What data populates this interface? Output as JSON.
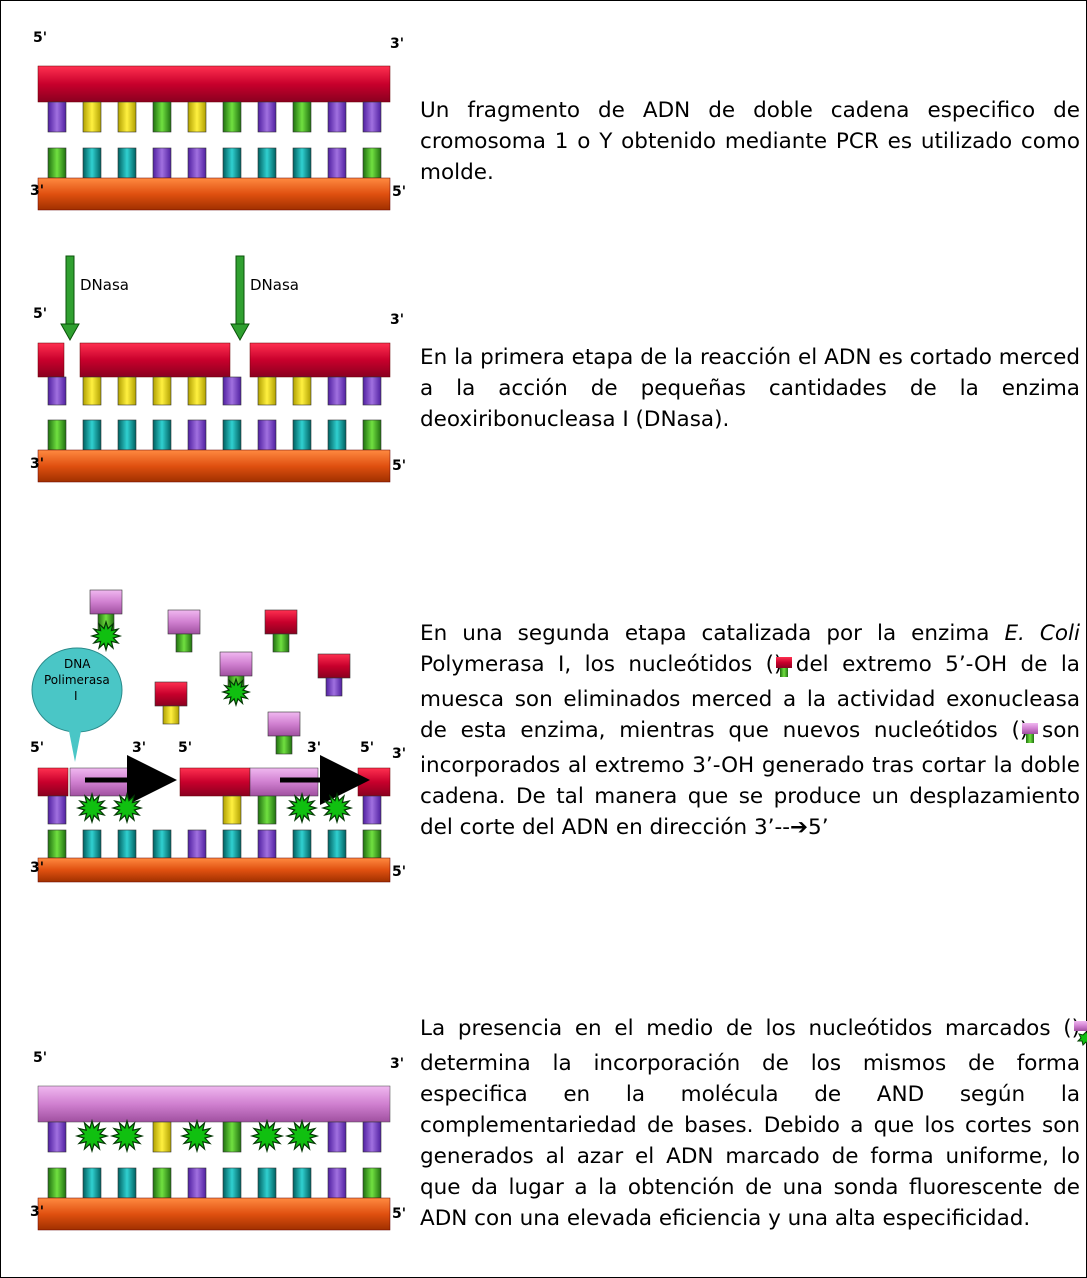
{
  "panels": [
    {
      "id": "template",
      "labels": {
        "top_left": "5'",
        "top_right": "3'",
        "bottom_left": "3'",
        "bottom_right": "5'"
      },
      "text": "Un fragmento de ADN de doble cadena especifico de cromosoma 1 o Y obtenido mediante PCR  es utilizado como molde."
    },
    {
      "id": "dnase",
      "labels": {
        "top_left": "5'",
        "top_right": "3'",
        "bottom_left": "3'",
        "bottom_right": "5'",
        "enzyme_left": "DNasa",
        "enzyme_right": "DNasa"
      },
      "text": "En la primera etapa de la reacción el ADN es cortado merced a la acción de pequeñas cantidades de la enzima deoxiribonucleasa I (DNasa)."
    },
    {
      "id": "polymerase",
      "labels": {
        "bubble_line1": "DNA",
        "bubble_line2": "Polimerasa",
        "bubble_line3": "I",
        "top_a": "5'",
        "top_b": "3'",
        "top_c": "5'",
        "top_d": "3'",
        "top_e": "5'",
        "top_f": "3'",
        "bottom_left": "3'",
        "bottom_right": "5'"
      },
      "text_parts": {
        "p1": "En una segunda etapa catalizada por la enzima ",
        "p2_italic": "E. Coli",
        "p3": " Polymerasa I, los nucleótidos (",
        "p4": ") del extremo 5’-OH de la muesca son eliminados merced a la actividad exonucleasa de esta enzima, mientras que nuevos nucleótidos (",
        "p5": ") son incorporados al extremo 3’-OH generado tras cortar la doble cadena. De tal manera que se produce un  desplazamiento del corte del ADN en dirección 3’--➔5’"
      }
    },
    {
      "id": "labeled",
      "labels": {
        "top_left": "5'",
        "top_right": "3'",
        "bottom_left": "3'",
        "bottom_right": "5'"
      },
      "text_parts": {
        "p1": "La presencia en el medio de los nucleótidos marcados (",
        "p2": ") determina la incorporación de los mismos de forma especifica en la molécula de AND según la complementariedad de bases. Debido a que los cortes son generados al azar el ADN marcado de forma uniforme, lo que da lugar a la obtención de una sonda fluorescente de ADN con una elevada eficiencia y una alta especificidad."
      }
    }
  ],
  "colors": {
    "top_strand": "#d4003a",
    "bottom_strand": "#e05a1a",
    "labeled_strand": "#d98ad9",
    "purple": "#8040c0",
    "yellow": "#e8d400",
    "green": "#40b020",
    "teal": "#10a0a0",
    "arrow_green": "#30a030",
    "bubble": "#4ac6c6",
    "star": "#10c010"
  }
}
